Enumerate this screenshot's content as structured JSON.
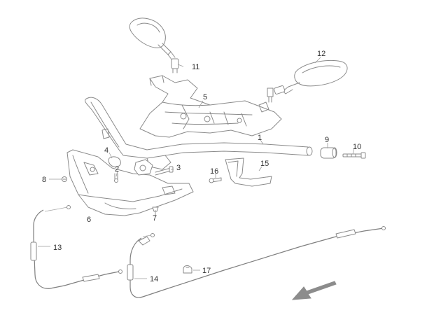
{
  "diagram": {
    "callouts": [
      {
        "id": "p1",
        "label": "1"
      },
      {
        "id": "p2",
        "label": "2"
      },
      {
        "id": "p3",
        "label": "3"
      },
      {
        "id": "p4",
        "label": "4"
      },
      {
        "id": "p5",
        "label": "5"
      },
      {
        "id": "p6",
        "label": "6"
      },
      {
        "id": "p7",
        "label": "7"
      },
      {
        "id": "p8",
        "label": "8"
      },
      {
        "id": "p9",
        "label": "9"
      },
      {
        "id": "p10",
        "label": "10"
      },
      {
        "id": "p11",
        "label": "11"
      },
      {
        "id": "p12",
        "label": "12"
      },
      {
        "id": "p13",
        "label": "13"
      },
      {
        "id": "p14",
        "label": "14"
      },
      {
        "id": "p15",
        "label": "15"
      },
      {
        "id": "p16",
        "label": "16"
      },
      {
        "id": "p17",
        "label": "17"
      }
    ],
    "colors": {
      "line": "#8a8a8a",
      "text": "#333333",
      "arrow": "#8c8c8c",
      "background": "#ffffff"
    },
    "icons": {
      "direction_arrow": "front-direction-arrow-icon"
    }
  }
}
